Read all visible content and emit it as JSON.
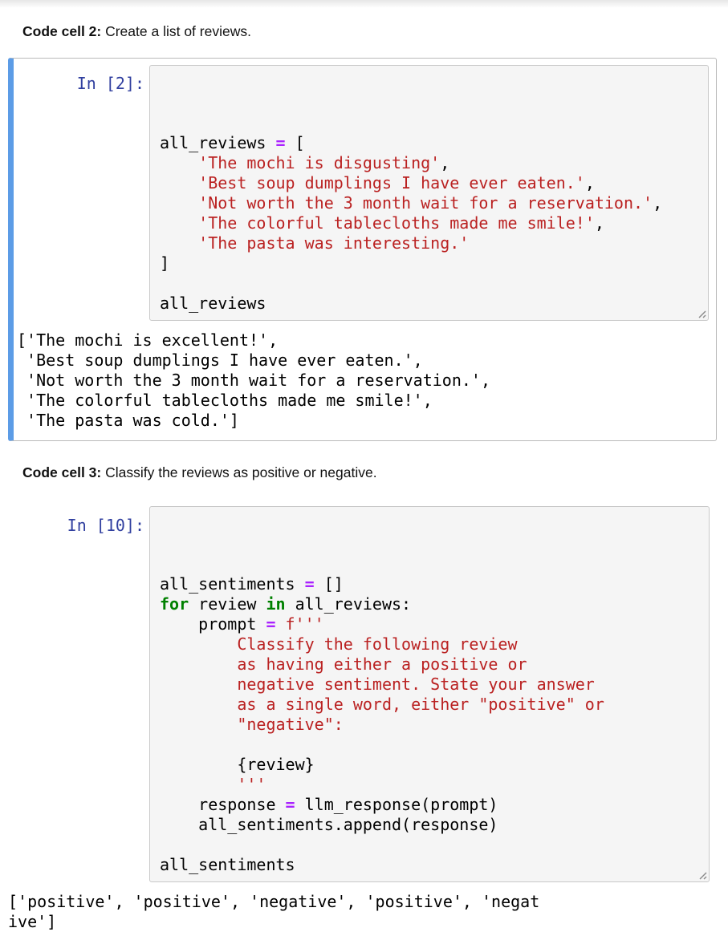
{
  "colors": {
    "prompt": "#303F9F",
    "string": "#BA2121",
    "operator": "#AA22FF",
    "keyword": "#008000",
    "cell_accent": "#5c9ce6",
    "code_bg": "#f5f5f5",
    "code_border": "#c9c9c9",
    "cell_border": "#b9b9b9"
  },
  "cells": [
    {
      "heading_bold": "Code cell 2:",
      "heading_rest": " Create a list of reviews.",
      "prompt": "In [2]:",
      "code": [
        [
          [
            "all_reviews ",
            "p"
          ],
          [
            "=",
            "o"
          ],
          [
            " [",
            "p"
          ]
        ],
        [
          [
            "    ",
            "p"
          ],
          [
            "'The mochi is disgusting'",
            "s"
          ],
          [
            ",",
            "p"
          ]
        ],
        [
          [
            "    ",
            "p"
          ],
          [
            "'Best soup dumplings I have ever eaten.'",
            "s"
          ],
          [
            ",",
            "p"
          ]
        ],
        [
          [
            "    ",
            "p"
          ],
          [
            "'Not worth the 3 month wait for a reservation.'",
            "s"
          ],
          [
            ",",
            "p"
          ]
        ],
        [
          [
            "    ",
            "p"
          ],
          [
            "'The colorful tablecloths made me smile!'",
            "s"
          ],
          [
            ",",
            "p"
          ]
        ],
        [
          [
            "    ",
            "p"
          ],
          [
            "'The pasta was interesting.'",
            "s"
          ]
        ],
        [
          [
            "]",
            "p"
          ]
        ],
        [],
        [
          [
            "all_reviews",
            "p"
          ]
        ]
      ],
      "output": [
        "['The mochi is excellent!',",
        " 'Best soup dumplings I have ever eaten.',",
        " 'Not worth the 3 month wait for a reservation.',",
        " 'The colorful tablecloths made me smile!',",
        " 'The pasta was cold.']"
      ]
    },
    {
      "heading_bold": "Code cell 3:",
      "heading_rest": " Classify the reviews as positive or negative.",
      "prompt": "In [10]:",
      "code": [
        [
          [
            "all_sentiments ",
            "p"
          ],
          [
            "=",
            "o"
          ],
          [
            " []",
            "p"
          ]
        ],
        [
          [
            "for",
            "k"
          ],
          [
            " review ",
            "p"
          ],
          [
            "in",
            "k"
          ],
          [
            " all_reviews:",
            "p"
          ]
        ],
        [
          [
            "    prompt ",
            "p"
          ],
          [
            "=",
            "o"
          ],
          [
            " ",
            "p"
          ],
          [
            "f'''",
            "s"
          ]
        ],
        [
          [
            "        Classify the following review",
            "s"
          ]
        ],
        [
          [
            "        as having either a positive or",
            "s"
          ]
        ],
        [
          [
            "        negative sentiment. State your answer",
            "s"
          ]
        ],
        [
          [
            "        as a single word, either \"positive\" or",
            "s"
          ]
        ],
        [
          [
            "        \"negative\":",
            "s"
          ]
        ],
        [],
        [
          [
            "        {review}",
            "p"
          ]
        ],
        [
          [
            "        '''",
            "s"
          ]
        ],
        [
          [
            "    response ",
            "p"
          ],
          [
            "=",
            "o"
          ],
          [
            " llm_response(prompt)",
            "p"
          ]
        ],
        [
          [
            "    all_sentiments.append(response)",
            "p"
          ]
        ],
        [],
        [
          [
            "all_sentiments",
            "p"
          ]
        ]
      ],
      "output": [
        "['positive', 'positive', 'negative', 'positive', 'negat",
        "ive']"
      ]
    }
  ]
}
